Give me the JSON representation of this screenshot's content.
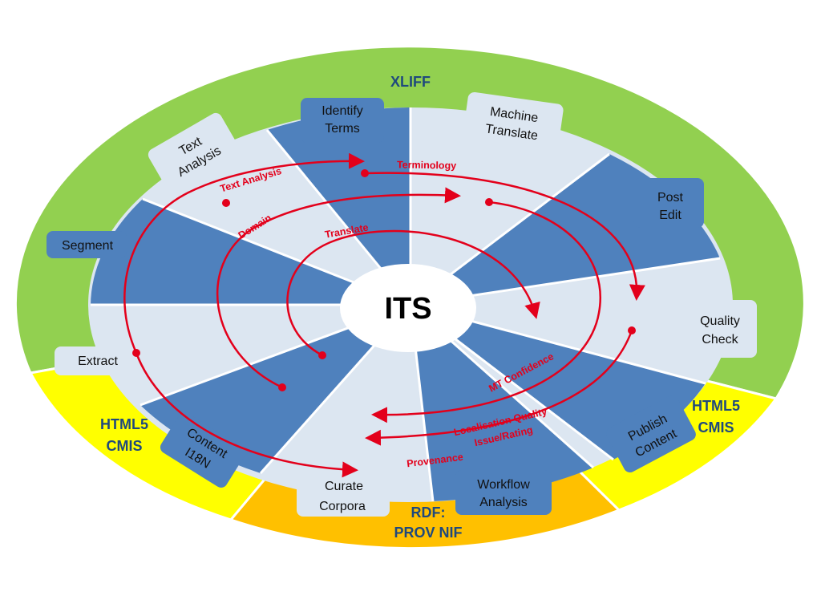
{
  "center": {
    "label": "ITS"
  },
  "outer_rings": {
    "xliff": "XLIFF",
    "html5_left": [
      "HTML5",
      "CMIS"
    ],
    "html5_right": [
      "HTML5",
      "CMIS"
    ],
    "rdf": [
      "RDF:",
      "PROV NIF"
    ]
  },
  "stages": {
    "identify_terms": [
      "Identify",
      "Terms"
    ],
    "machine_translate": [
      "Machine",
      "Translate"
    ],
    "post_edit": [
      "Post",
      "Edit"
    ],
    "quality_check": [
      "Quality",
      "Check"
    ],
    "publish_content": [
      "Publish",
      "Content"
    ],
    "workflow_analysis": [
      "Workflow",
      "Analysis"
    ],
    "curate_corpora": [
      "Curate",
      "Corpora"
    ],
    "content_i18n": [
      "Content",
      "I18N"
    ],
    "extract": [
      "Extract"
    ],
    "segment": [
      "Segment"
    ],
    "text_analysis": [
      "Text",
      "Analysis"
    ]
  },
  "arc_labels": {
    "text_analysis": "Text Analysis",
    "terminology": "Terminology",
    "domain": "Domain",
    "translate": "Translate",
    "mt_confidence": "MT Confidence",
    "localisation_quality": [
      "Localisation Quality",
      "Issue/Rating"
    ],
    "provenance": "Provenance"
  },
  "colors": {
    "xliff_ring": "#92d050",
    "html5_ring": "#ffff00",
    "rdf_ring": "#ffc000",
    "dark_segment": "#4f81bd",
    "light_segment": "#dce6f1",
    "arrow": "#e3001b",
    "ring_text": "#1f497d"
  }
}
